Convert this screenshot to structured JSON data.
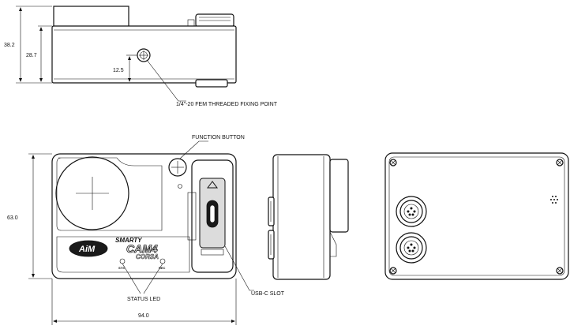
{
  "dimensions": {
    "overall_height": "38.2",
    "body_height": "28.7",
    "mount_height": "12.5",
    "front_height": "63.0",
    "front_width": "94.0"
  },
  "callouts": {
    "fixing_point": "1/4\"-20 FEM THREADED FIXING POINT",
    "function_button": "FUNCTION BUTTON",
    "status_led": "STATUS LED",
    "usb_c_slot": "USB-C SLOT"
  },
  "branding": {
    "logo": "AiM",
    "product_line1": "SMARTY",
    "product_line2": "CAM4",
    "product_line3": "CORSA"
  },
  "led_labels": {
    "left": "STS",
    "right": "REC"
  },
  "colors": {
    "line": "#111111",
    "background": "#ffffff",
    "dark_part": "#1a1a1a"
  }
}
